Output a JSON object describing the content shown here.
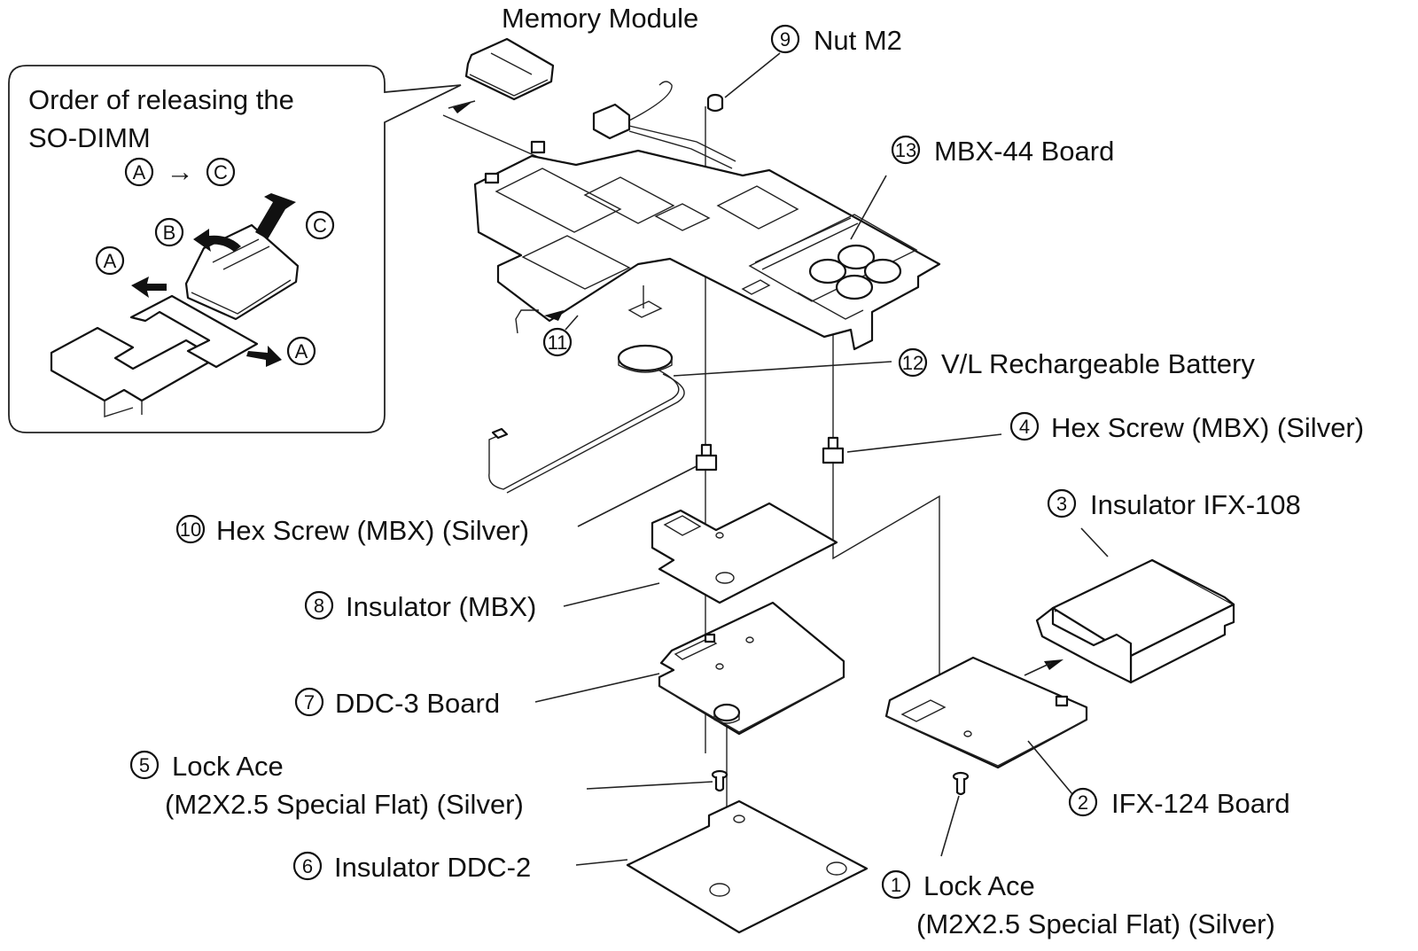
{
  "labels": {
    "memory_module": "Memory Module",
    "nut": {
      "num": "9",
      "text": "Nut M2"
    },
    "board13": {
      "num": "13",
      "text": "MBX-44 Board"
    },
    "battery12": {
      "num": "12",
      "text": "V/L Rechargeable Battery"
    },
    "hex4": {
      "num": "4",
      "text": "Hex Screw (MBX) (Silver)"
    },
    "insulator3": {
      "num": "3",
      "text": "Insulator IFX-108"
    },
    "hex10": {
      "num": "10",
      "text": "Hex Screw (MBX) (Silver)"
    },
    "insulator8": {
      "num": "8",
      "text": "Insulator (MBX)"
    },
    "ddc7": {
      "num": "7",
      "text": "DDC-3 Board"
    },
    "lock5": {
      "num": "5",
      "text": "Lock Ace",
      "sub": "(M2X2.5 Special Flat) (Silver)"
    },
    "insulator6": {
      "num": "6",
      "text": "Insulator DDC-2"
    },
    "ifx2": {
      "num": "2",
      "text": "IFX-124 Board"
    },
    "lock1": {
      "num": "1",
      "text": "Lock Ace",
      "sub": "(M2X2.5 Special Flat) (Silver)"
    },
    "conn11": {
      "num": "11"
    }
  },
  "inset": {
    "line1": "Order of releasing the",
    "line2": "SO-DIMM",
    "order_from": "A",
    "order_arrow": "→",
    "order_to": "C",
    "step_a": "A",
    "step_b": "B",
    "step_c": "C"
  }
}
